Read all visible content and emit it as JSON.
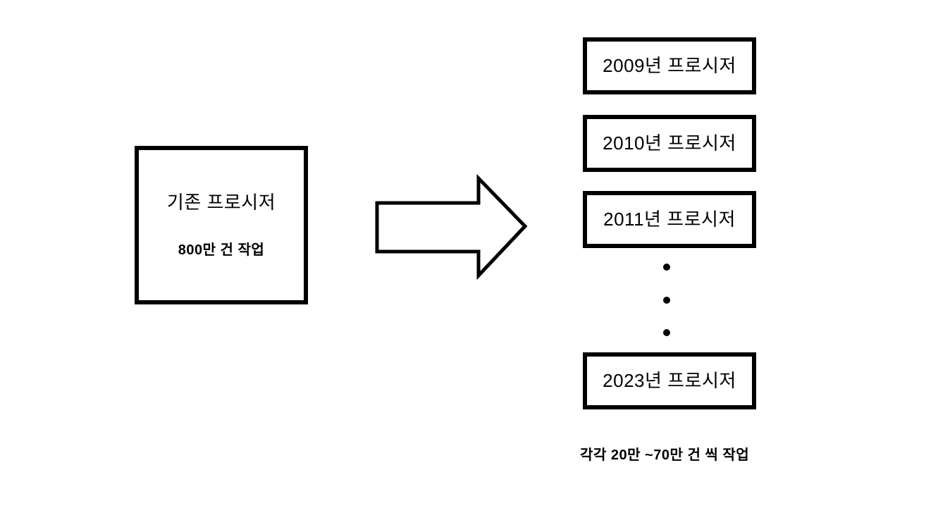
{
  "diagram": {
    "background_color": "#ffffff",
    "stroke_color": "#000000",
    "source": {
      "title": "기존 프로시저",
      "subtitle": "800만 건 작업"
    },
    "arrow": {
      "icon": "right-block-arrow-icon",
      "direction": "right"
    },
    "targets": {
      "boxes": [
        {
          "label": "2009년 프로시저"
        },
        {
          "label": "2010년 프로시저"
        },
        {
          "label": "2011년 프로시저"
        },
        {
          "label": "2023년 프로시저"
        }
      ],
      "ellipsis": "⋮",
      "caption": "각각 20만 ~70만 건 씩 작업"
    }
  }
}
